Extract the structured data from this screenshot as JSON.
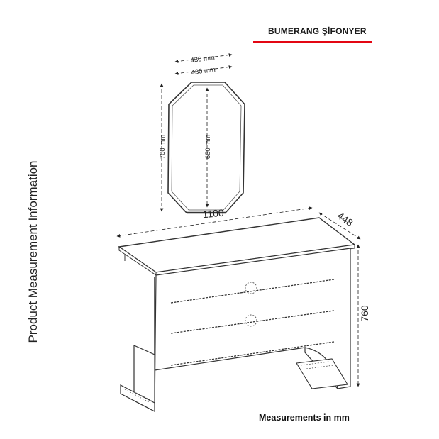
{
  "header": {
    "title": "BUMERANG ŞİFONYER",
    "accent_color": "#e30613"
  },
  "side_label": "Product Measurement Information",
  "footer": "Measurements in mm",
  "dimensions": {
    "mirror_width_outer": "430 mm",
    "mirror_width_inner": "430 mm",
    "mirror_height_outer": "700 mm",
    "mirror_height_inner": "680 mm",
    "dresser_width": "1100",
    "dresser_depth": "448",
    "dresser_height": "760"
  }
}
